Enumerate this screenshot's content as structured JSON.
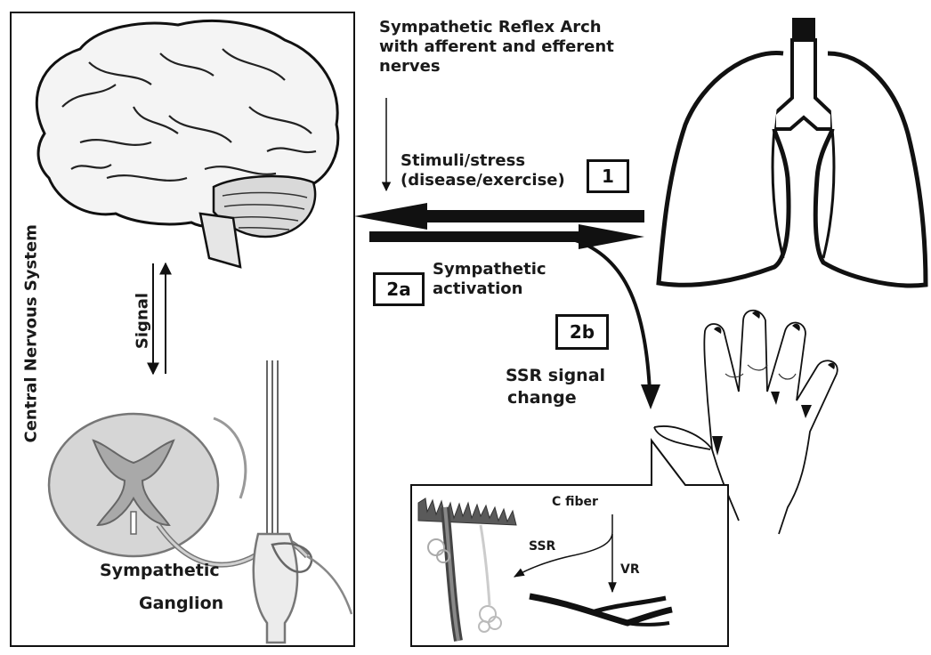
{
  "diagram": {
    "header": {
      "line1": "Sympathetic Reflex Arch",
      "line2": "with afferent and efferent",
      "line3": "nerves"
    },
    "cns_label": "Central Nervous System",
    "signal_label": "Signal",
    "ganglion_label_1": "Sympathetic",
    "ganglion_label_2": "Ganglion",
    "step1": {
      "number": "1",
      "line1": "Stimuli/stress",
      "line2": "(disease/exercise)"
    },
    "step2a": {
      "number": "2a",
      "line1": "Sympathetic",
      "line2": "activation"
    },
    "step2b": {
      "number": "2b",
      "line1": "SSR signal",
      "line2": "change"
    },
    "inset": {
      "c_fiber": "C fiber",
      "ssr": "SSR",
      "vr": "VR"
    }
  },
  "icons": [
    "brain-icon",
    "spinal-cord-icon",
    "lungs-icon",
    "hand-icon",
    "sweat-gland-icon",
    "blood-vessel-icon"
  ]
}
